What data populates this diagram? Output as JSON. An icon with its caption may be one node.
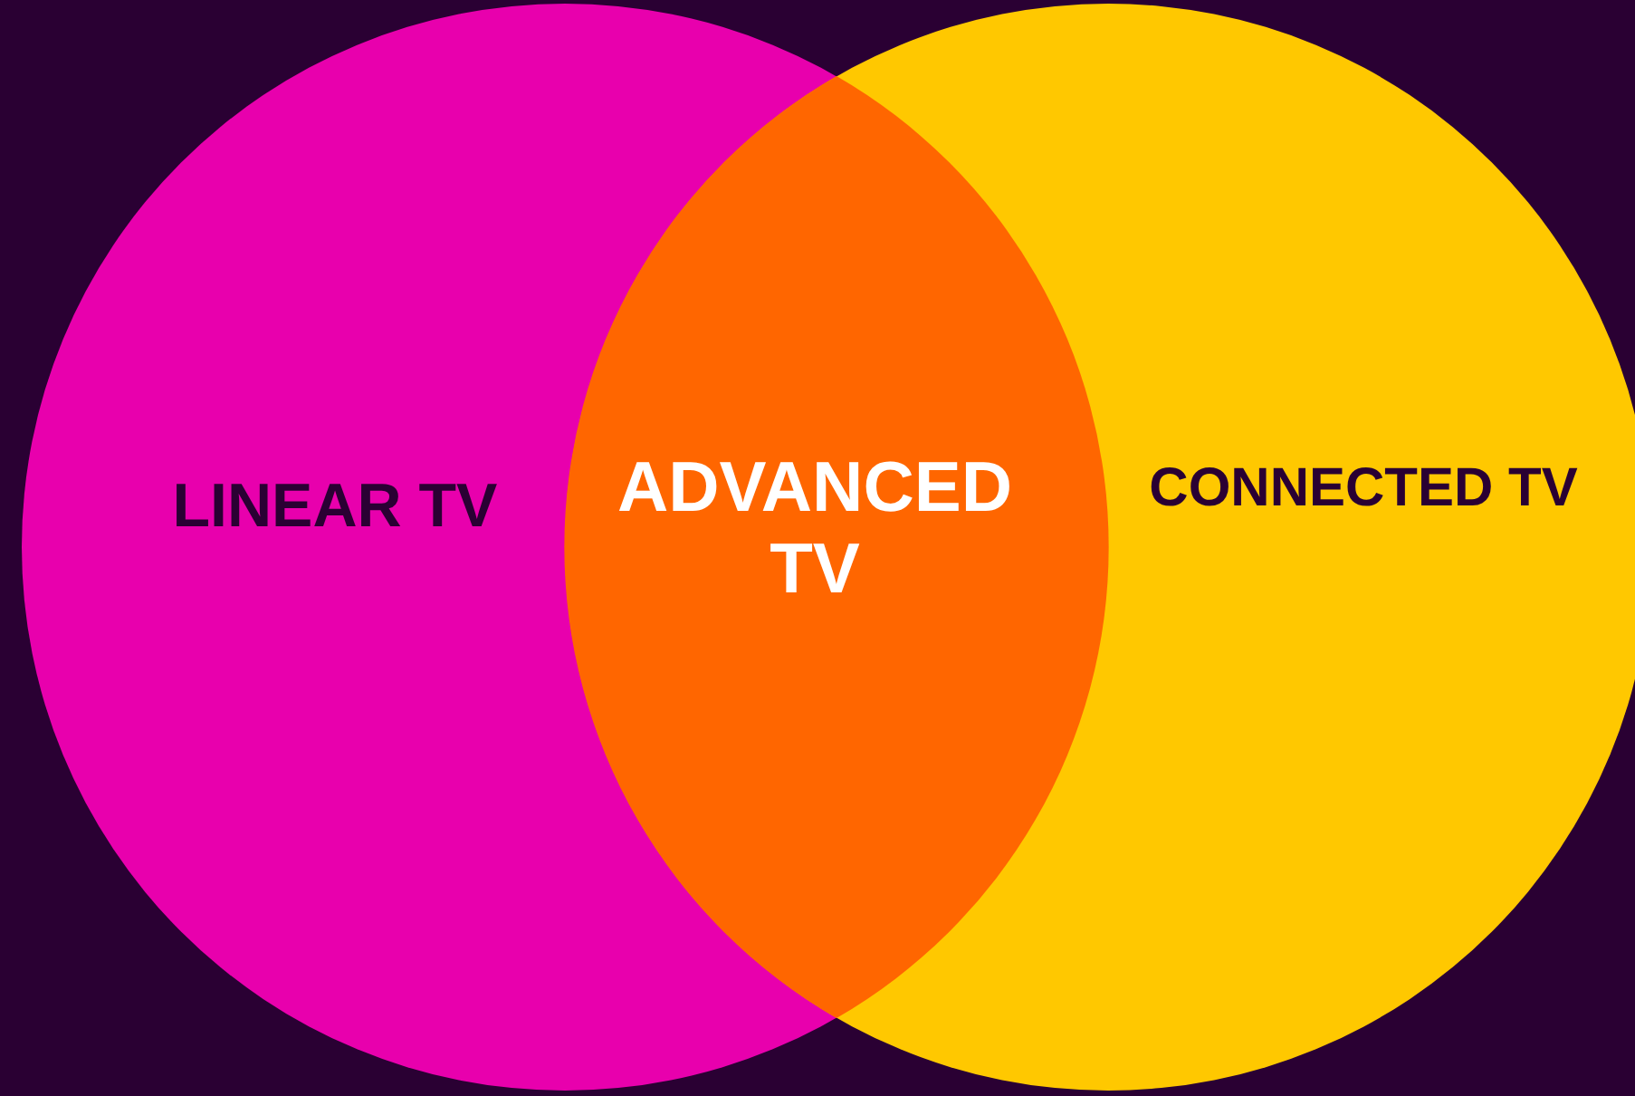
{
  "diagram": {
    "nodes": [
      {
        "text": [
          "LINEAR TV"
        ]
      },
      {
        "text": [
          "CONNECTED TV"
        ]
      },
      {
        "text": [
          "ADVANCED TV"
        ]
      }
    ]
  }
}
